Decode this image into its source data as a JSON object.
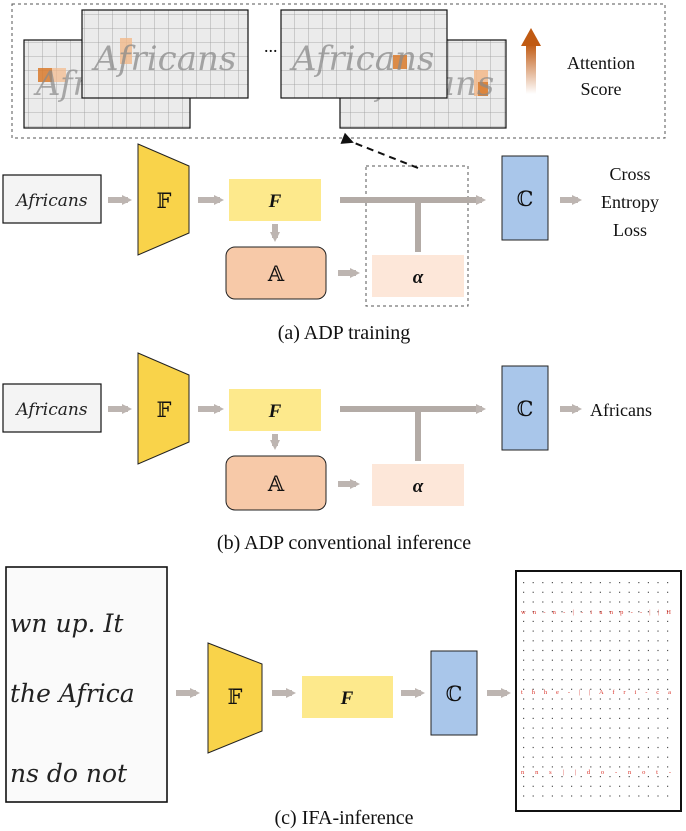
{
  "top_panel": {
    "ellipsis": "...",
    "word_sample": "Africans",
    "legend_line1": "Attention",
    "legend_line2": "Score"
  },
  "sections": {
    "a": {
      "input_word": "Africans",
      "encoder": "𝔽",
      "feature": "F",
      "attention": "𝔸",
      "alpha": "α",
      "classifier": "ℂ",
      "output_line1": "Cross",
      "output_line2": "Entropy",
      "output_line3": "Loss",
      "caption": "(a) ADP training"
    },
    "b": {
      "input_word": "Africans",
      "encoder": "𝔽",
      "feature": "F",
      "attention": "𝔸",
      "alpha": "α",
      "classifier": "ℂ",
      "output": "Africans",
      "caption": "(b) ADP conventional inference"
    },
    "c": {
      "input_line1": "wn up. It",
      "input_line2": "the Africa",
      "input_line3": "ns do not",
      "encoder": "𝔽",
      "feature": "F",
      "classifier": "ℂ",
      "output_row1": "w n - n - | - i u n p - - | | H",
      "output_row2": "t h h e - | | A f r i - c a",
      "output_row3": "n n s | | d o - n o t -",
      "caption": "(c) IFA-inference"
    }
  },
  "colors": {
    "encoder": "#f9d34a",
    "feature": "#fde98c",
    "attention": "#f7c9a8",
    "alpha": "#fde7d9",
    "classifier": "#a9c6ea",
    "arrow": "#bdb5b1",
    "connector": "#b3aba6",
    "attention_dark": "#d97a2b",
    "attention_light": "#f3b98a",
    "output_red": "#d9342b"
  }
}
